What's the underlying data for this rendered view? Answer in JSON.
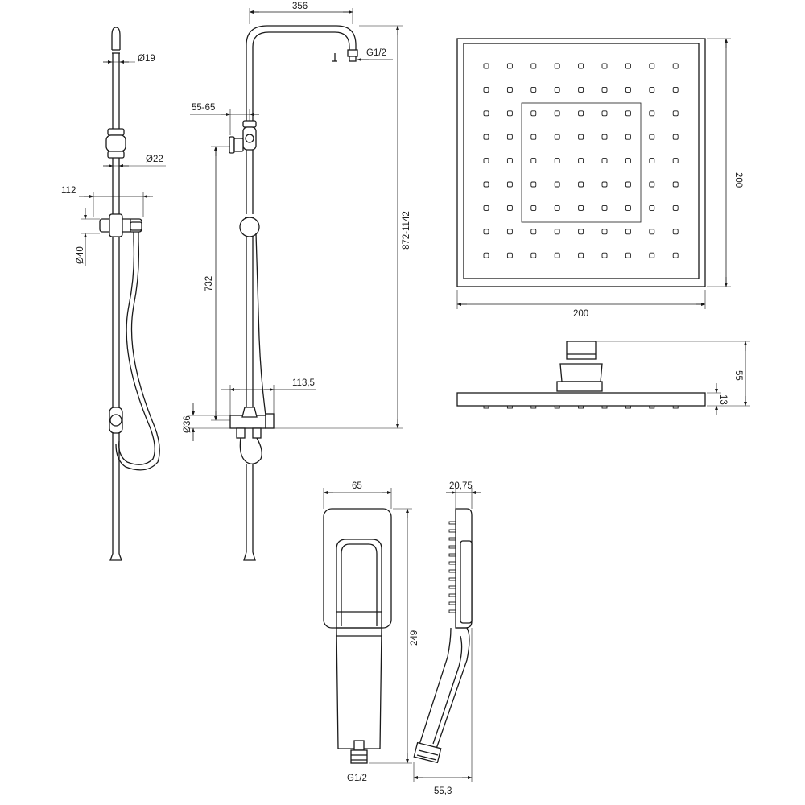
{
  "drawing": {
    "column_side": {
      "dia_top": "Ø19",
      "dia_mid": "Ø22",
      "width": "112",
      "dia_slider": "Ø40"
    },
    "column_front": {
      "width_top": "356",
      "thread_top": "G1/2",
      "offset": "55-65",
      "height_mid": "732",
      "height_total": "872-1142",
      "offset_bottom": "113,5",
      "dia_bottom": "Ø36"
    },
    "head_top": {
      "width": "200",
      "height": "200"
    },
    "head_side": {
      "height": "55",
      "thickness": "13"
    },
    "hand_front": {
      "width": "65",
      "length": "249",
      "thread": "G1/2"
    },
    "hand_side": {
      "thickness": "20,75",
      "depth": "55,3"
    }
  }
}
